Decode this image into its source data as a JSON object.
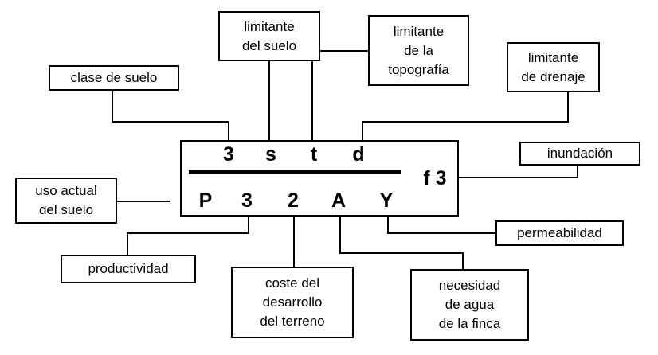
{
  "code": {
    "top": [
      "3",
      "s",
      "t",
      "d"
    ],
    "bottom": [
      "P",
      "3",
      "2",
      "A",
      "Y"
    ],
    "side": "f 3"
  },
  "labels": {
    "clase_suelo": "clase de suelo",
    "limitante_suelo": "limitante\ndel suelo",
    "limitante_topografia": "limitante\nde la\ntopografía",
    "limitante_drenaje": "limitante\nde drenaje",
    "inundacion": "inundación",
    "uso_actual": "uso actual\ndel suelo",
    "permeabilidad": "permeabilidad",
    "productividad": "productividad",
    "coste": "coste del\ndesarrollo\ndel terreno",
    "necesidad": "necesidad\nde agua\nde la finca"
  }
}
